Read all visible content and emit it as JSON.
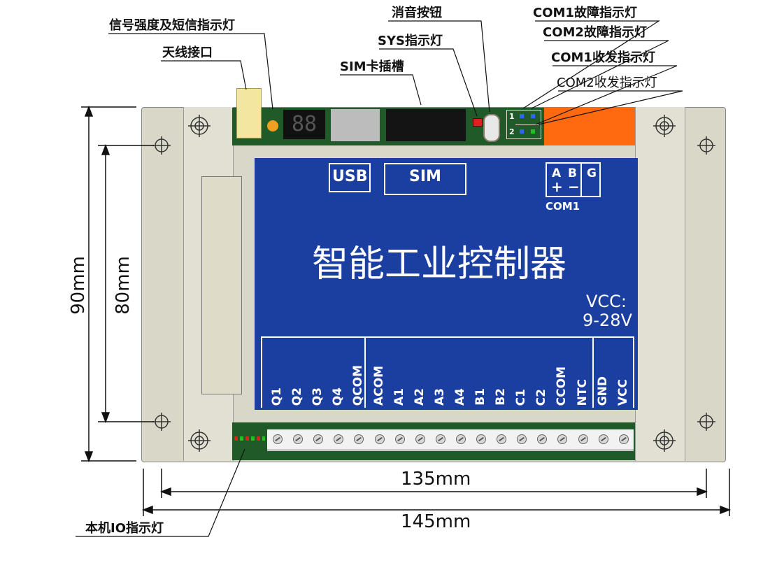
{
  "callouts": {
    "signal_led": "信号强度及短信指示灯",
    "antenna": "天线接口",
    "mute_button": "消音按钮",
    "sys_led": "SYS指示灯",
    "sim_slot": "SIM卡插槽",
    "com1_fault": "COM1故障指示灯",
    "com2_fault": "COM2故障指示灯",
    "com1_txrx": "COM1收发指示灯",
    "com2_txrx": "COM2收发指示灯",
    "io_led": "本机IO指示灯"
  },
  "dimensions": {
    "height_outer": "90mm",
    "height_inner": "80mm",
    "width_inner": "135mm",
    "width_outer": "145mm"
  },
  "panel": {
    "title": "智能工业控制器",
    "usb": "USB",
    "sim": "SIM",
    "com_a": "A",
    "com_b": "B",
    "com_g": "G",
    "com_plus": "+",
    "com_minus": "−",
    "com_name": "COM1",
    "vcc_label": "VCC:",
    "vcc_range": "9-28V",
    "led_1": "1",
    "led_2": "2",
    "terminals": [
      "Q1",
      "Q2",
      "Q3",
      "Q4",
      "QCOM",
      "ACOM",
      "A1",
      "A2",
      "A3",
      "A4",
      "B1",
      "B2",
      "C1",
      "C2",
      "CCOM",
      "NTC",
      "GND",
      "VCC"
    ]
  },
  "colors": {
    "panel_blue": "#1b3fa0",
    "housing": "#d9d8c8",
    "pcb_green": "#1f5a28",
    "orange_block": "#ff6a10"
  }
}
